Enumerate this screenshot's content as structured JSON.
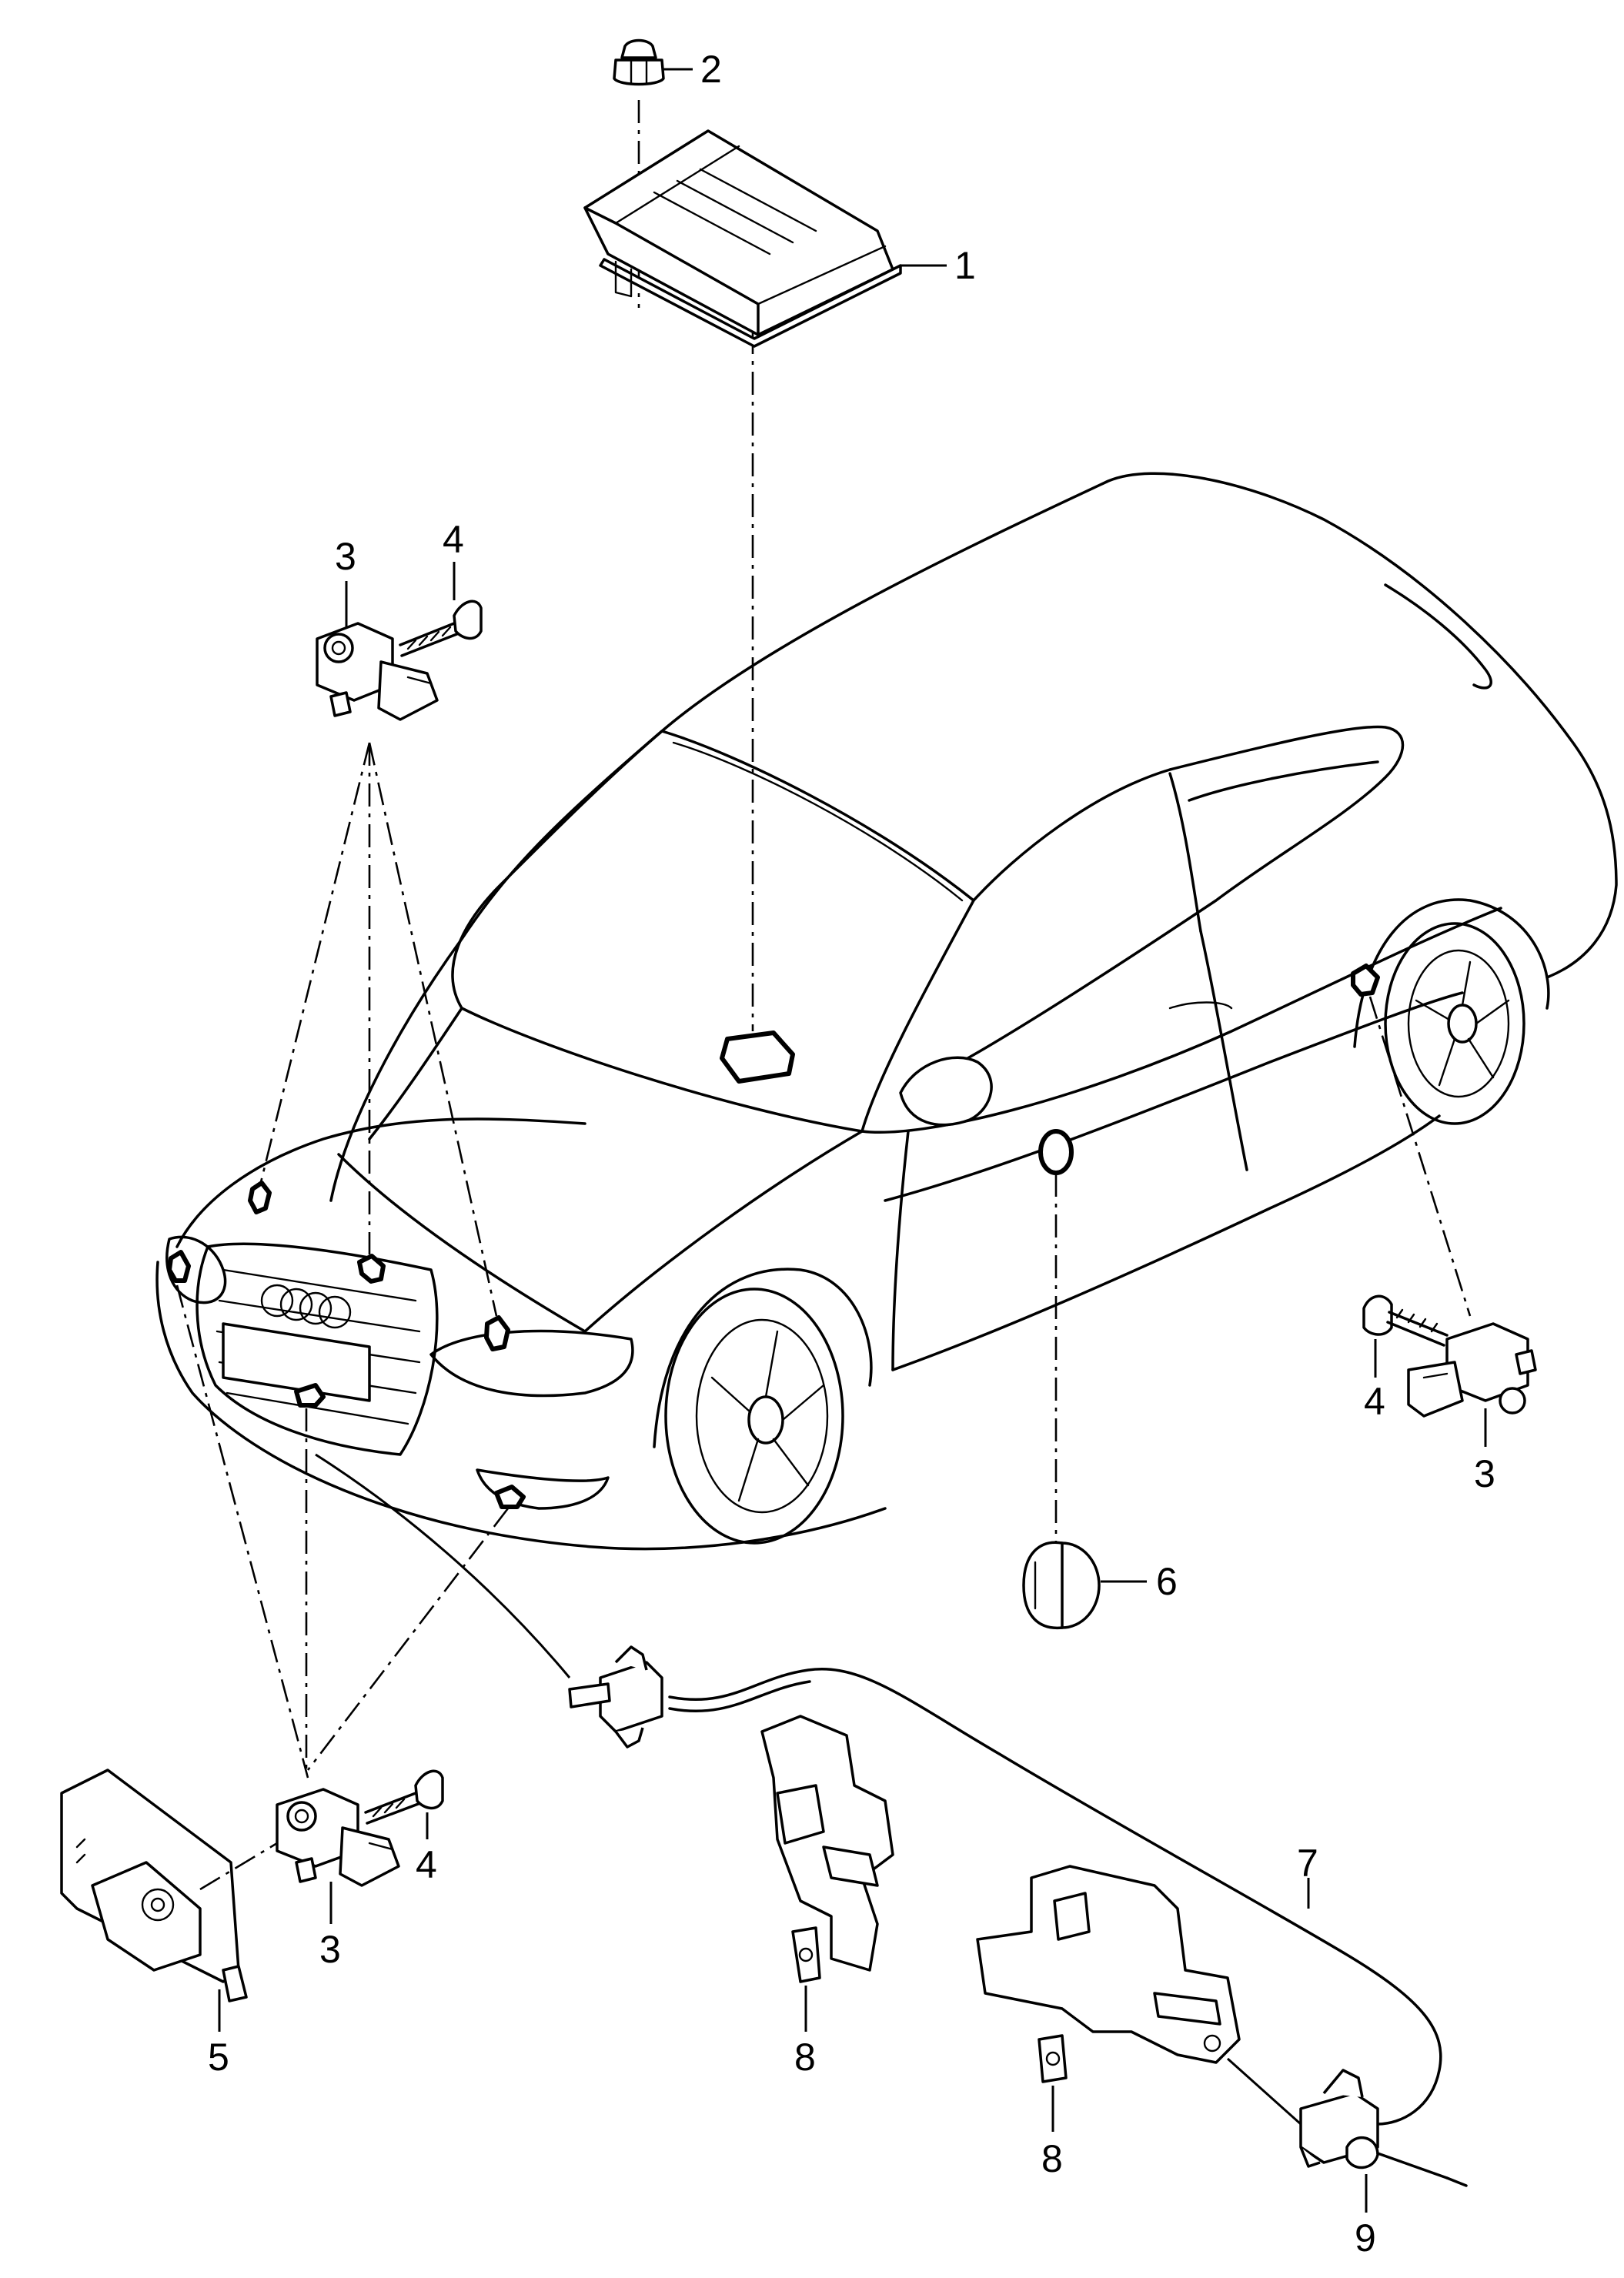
{
  "callouts": {
    "n1": "1",
    "n2": "2",
    "n3_top": "3",
    "n4_top": "4",
    "n3_right": "3",
    "n4_right": "4",
    "n6": "6",
    "n7": "7",
    "n4_bottom": "4",
    "n3_bottom": "3",
    "n5": "5",
    "n8_left": "8",
    "n8_right": "8",
    "n9": "9"
  }
}
